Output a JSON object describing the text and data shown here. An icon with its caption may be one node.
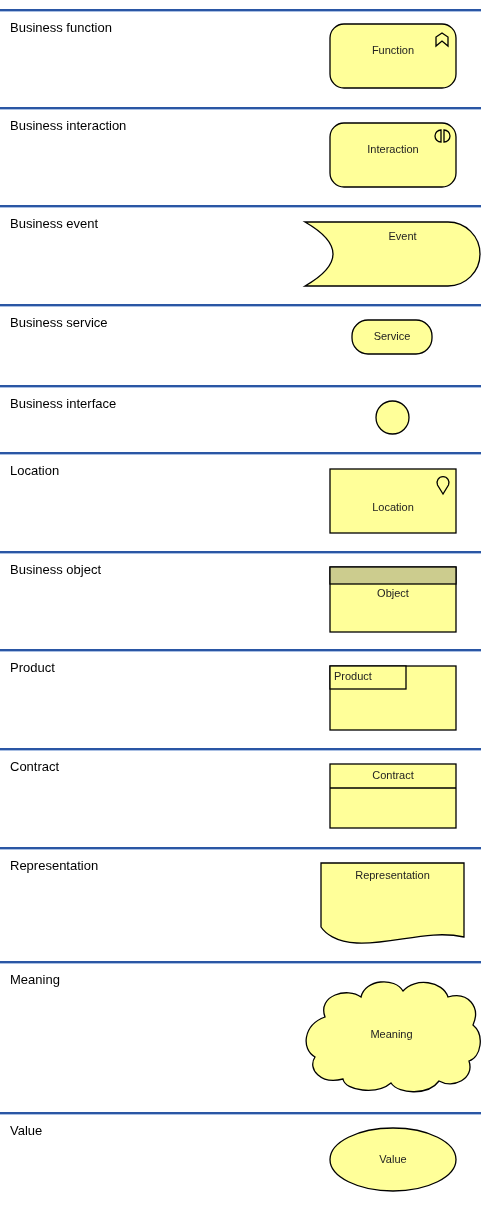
{
  "diagram": {
    "nodes": [
      {
        "text": [
          "Function"
        ]
      },
      {
        "text": [
          "Interaction"
        ]
      },
      {
        "text": [
          "Event"
        ]
      },
      {
        "text": [
          "Service"
        ]
      },
      {
        "text": [],
        "shape": "circle"
      },
      {
        "text": [
          "Location"
        ]
      },
      {
        "text": [
          "Object"
        ]
      },
      {
        "text": [
          "Product"
        ]
      },
      {
        "text": [
          "Contract"
        ]
      },
      {
        "text": [
          "Representation"
        ]
      },
      {
        "text": [
          "Meaning"
        ]
      },
      {
        "text": [
          "Value"
        ]
      }
    ],
    "labels": [
      "Business function",
      "Business interaction",
      "Business event",
      "Business service",
      "Business interface",
      "Location",
      "Business object",
      "Product",
      "Contract",
      "Representation",
      "Meaning",
      "Value"
    ]
  }
}
